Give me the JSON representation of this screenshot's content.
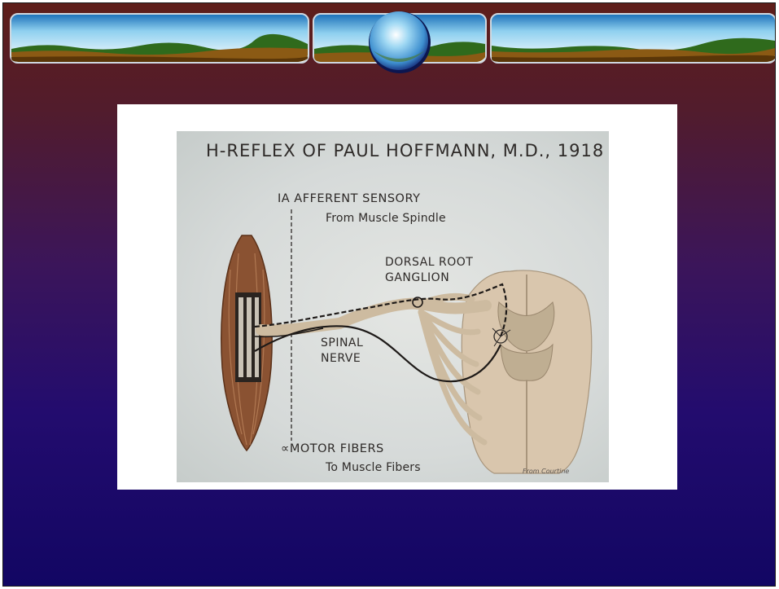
{
  "figure": {
    "title": "H-REFLEX OF PAUL HOFFMANN, M.D., 1918",
    "labels": {
      "ia_afferent": "IA AFFERENT SENSORY",
      "muscle_spindle": "From Muscle Spindle",
      "dorsal_root": "DORSAL ROOT",
      "ganglion": "GANGLION",
      "spinal": "SPINAL",
      "nerve": "NERVE",
      "motor_fibers": "∝MOTOR FIBERS",
      "to_muscle_fibers": "To Muscle Fibers"
    },
    "credit": "From Courtine"
  },
  "colors": {
    "slide_top": "#5e1e1a",
    "slide_bottom": "#120663",
    "sky": "#bfe4f4",
    "land": "#7a4a10",
    "muscle": "#8a5232",
    "spinal_cord": "#d9c6ad",
    "ink": "#2e2a28"
  }
}
